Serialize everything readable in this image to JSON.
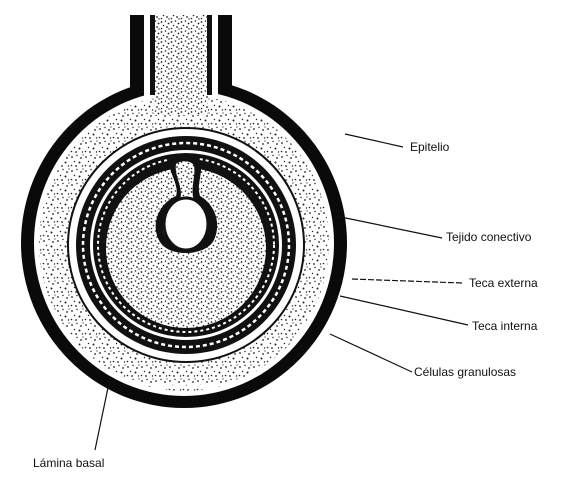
{
  "figure": {
    "labels": {
      "epitelio": "Epitelio",
      "tejido_conectivo": "Tejido conectivo",
      "teca_externa": "Teca externa",
      "teca_interna": "Teca interna",
      "celulas_granulosas": "Células granulosas",
      "lamina_basal": "Lámina basal"
    }
  }
}
